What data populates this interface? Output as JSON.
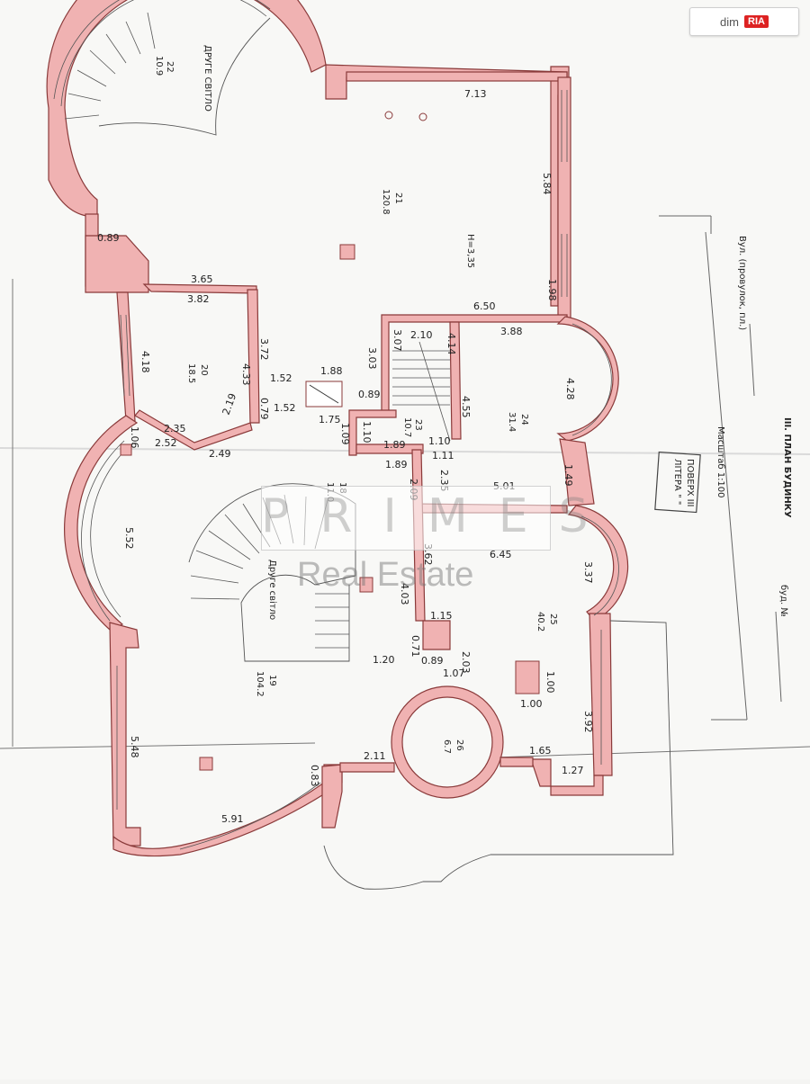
{
  "badge": {
    "t1": "dim",
    "t2": "RIA"
  },
  "watermark": {
    "letters": "PRIMES",
    "text": "Real Estate"
  },
  "stamp": {
    "floor": "ПОВЕРХ III",
    "letter": "ЛІТЕРА \" \""
  },
  "title_block": {
    "plan": "III. ПЛАН БУДИНКУ",
    "street": "Вул. (провулок, пл.)",
    "scale": "Масштаб 1:100",
    "bud": "буд. №"
  },
  "rooms": {
    "r22": {
      "num": "22",
      "area": "10.9"
    },
    "r21": {
      "num": "21",
      "area": "120.8"
    },
    "r20": {
      "num": "20",
      "area": "18.5"
    },
    "r23": {
      "num": "23",
      "area": "10.7"
    },
    "r24": {
      "num": "24",
      "area": "31.4"
    },
    "r25": {
      "num": "25",
      "area": "40.2"
    },
    "r26": {
      "num": "26",
      "area": "6.7"
    },
    "r19": {
      "num": "19",
      "area": "104.2"
    },
    "r18": {
      "num": "18",
      "area": "11.0"
    },
    "second_light_top": "ДРУГЕ СВІТЛО",
    "second_light_mid": "Друге світло",
    "height": "H=3,35"
  },
  "dims": {
    "d713": "7.13",
    "d584": "5.84",
    "d089a": "0.89",
    "d198": "1.98",
    "d365": "3.65",
    "d382": "3.82",
    "d650": "6.50",
    "d372": "3.72",
    "d418": "4.18",
    "d433": "4.33",
    "d152a": "1.52",
    "d152b": "1.52",
    "d079": "0.79",
    "d188": "1.88",
    "d303": "3.03",
    "d307": "3.07",
    "d210": "2.10",
    "d414": "4.14",
    "d388": "3.88",
    "d428": "4.28",
    "d455": "4.55",
    "d089b": "0.89",
    "d175": "1.75",
    "d109": "1.09",
    "d110a": "1.10",
    "d189a": "1.89",
    "d110b": "1.10",
    "d111": "1.11",
    "d189b": "1.89",
    "d106": "1.06",
    "d235a": "2.35",
    "d252": "2.52",
    "d249": "2.49",
    "d219": "2.19",
    "d209": "2.09",
    "d235b": "2.35",
    "d501": "5.01",
    "d149": "1.49",
    "d552": "5.52",
    "d645": "6.45",
    "d362": "3.62",
    "d403": "4.03",
    "d337": "3.37",
    "d115": "1.15",
    "d071": "0.71",
    "d089c": "0.89",
    "d203": "2.03",
    "d107": "1.07",
    "d120": "1.20",
    "d100a": "1.00",
    "d100b": "1.00",
    "d392": "3.92",
    "d548": "5.48",
    "d211": "2.11",
    "d165": "1.65",
    "d127": "1.27",
    "d083": "0.83",
    "d591": "5.91"
  },
  "colors": {
    "wall_fill": "#f0b2b2",
    "wall_line": "#8a3a3a",
    "paper": "#f8f8f6"
  }
}
